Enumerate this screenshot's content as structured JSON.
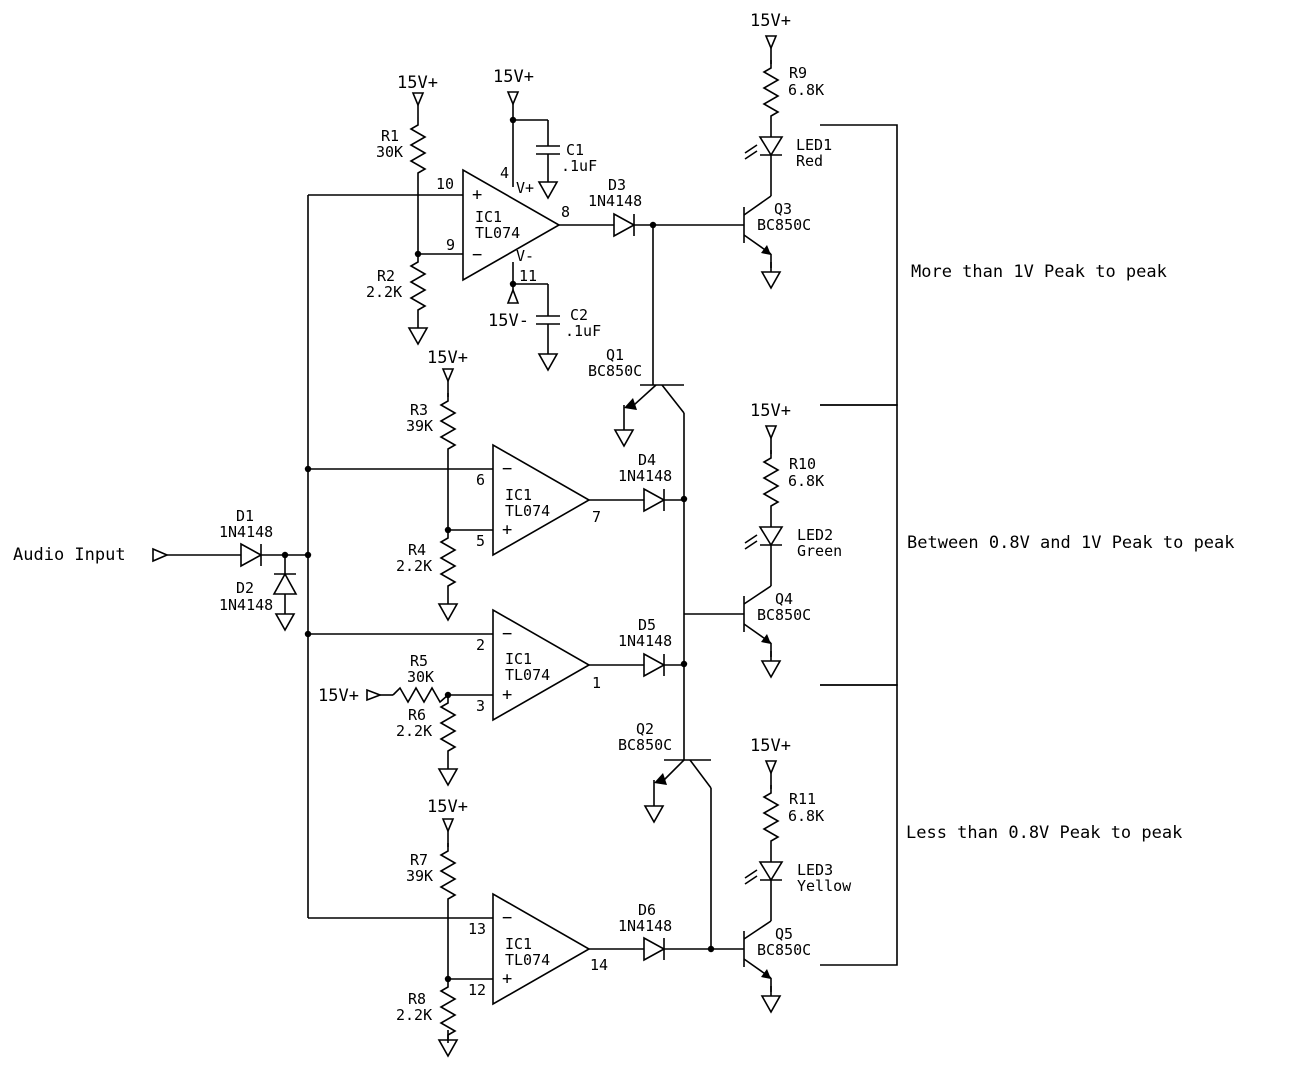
{
  "supply": {
    "pos": "15V+",
    "neg": "15V-"
  },
  "input": {
    "label": "Audio Input"
  },
  "ic": {
    "ref": "IC1",
    "part": "TL074",
    "plus": "+",
    "minus": "−",
    "vplus": "V+",
    "vminus": "V-"
  },
  "pins": {
    "p10": "10",
    "p9": "9",
    "p8": "8",
    "p4": "4",
    "p11": "11",
    "p6": "6",
    "p5": "5",
    "p7": "7",
    "p2": "2",
    "p3": "3",
    "p1": "1",
    "p13": "13",
    "p12": "12",
    "p14": "14"
  },
  "resistors": {
    "r1": {
      "ref": "R1",
      "value": "30K"
    },
    "r2": {
      "ref": "R2",
      "value": "2.2K"
    },
    "r3": {
      "ref": "R3",
      "value": "39K"
    },
    "r4": {
      "ref": "R4",
      "value": "2.2K"
    },
    "r5": {
      "ref": "R5",
      "value": "30K"
    },
    "r6": {
      "ref": "R6",
      "value": "2.2K"
    },
    "r7": {
      "ref": "R7",
      "value": "39K"
    },
    "r8": {
      "ref": "R8",
      "value": "2.2K"
    },
    "r9": {
      "ref": "R9",
      "value": "6.8K"
    },
    "r10": {
      "ref": "R10",
      "value": "6.8K"
    },
    "r11": {
      "ref": "R11",
      "value": "6.8K"
    }
  },
  "capacitors": {
    "c1": {
      "ref": "C1",
      "value": ".1uF"
    },
    "c2": {
      "ref": "C2",
      "value": ".1uF"
    }
  },
  "diodes": {
    "d1": {
      "ref": "D1",
      "part": "1N4148"
    },
    "d2": {
      "ref": "D2",
      "part": "1N4148"
    },
    "d3": {
      "ref": "D3",
      "part": "1N4148"
    },
    "d4": {
      "ref": "D4",
      "part": "1N4148"
    },
    "d5": {
      "ref": "D5",
      "part": "1N4148"
    },
    "d6": {
      "ref": "D6",
      "part": "1N4148"
    }
  },
  "transistors": {
    "q1": {
      "ref": "Q1",
      "part": "BC850C"
    },
    "q2": {
      "ref": "Q2",
      "part": "BC850C"
    },
    "q3": {
      "ref": "Q3",
      "part": "BC850C"
    },
    "q4": {
      "ref": "Q4",
      "part": "BC850C"
    },
    "q5": {
      "ref": "Q5",
      "part": "BC850C"
    }
  },
  "leds": {
    "led1": {
      "ref": "LED1",
      "color": "Red"
    },
    "led2": {
      "ref": "LED2",
      "color": "Green"
    },
    "led3": {
      "ref": "LED3",
      "color": "Yellow"
    }
  },
  "annotations": {
    "high": "More than 1V Peak to peak",
    "mid": "Between 0.8V and 1V Peak to peak",
    "low": "Less than 0.8V Peak to peak"
  }
}
